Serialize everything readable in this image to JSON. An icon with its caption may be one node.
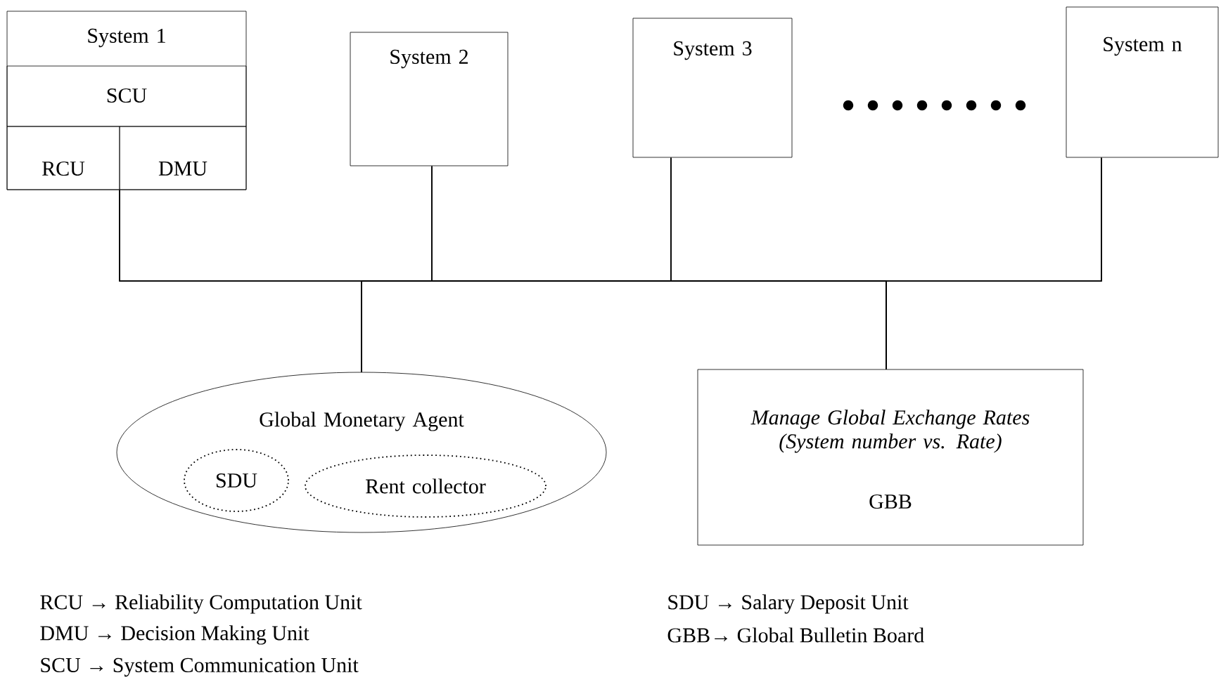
{
  "diagram": {
    "nodes": [
      {
        "text": [
          "System 1"
        ]
      },
      {
        "text": [
          "SCU"
        ],
        "in": 0
      },
      {
        "text": [
          "RCU"
        ],
        "in": 0
      },
      {
        "text": [
          "DMU"
        ],
        "in": 0
      },
      {
        "text": [
          "System 2"
        ]
      },
      {
        "text": [
          "System 3"
        ]
      },
      {
        "text": [
          "System n"
        ]
      },
      {
        "text": [
          "Global Monetary Agent"
        ]
      },
      {
        "text": [
          "SDU"
        ],
        "in": 7
      },
      {
        "text": [
          "Rent collector"
        ],
        "in": 7
      },
      {
        "text": [
          "Manage Global Exchange Rates (System number vs. Rate)",
          "GBB"
        ]
      }
    ],
    "edges": [
      {
        "from": 0,
        "to": 7,
        "arrow": "none"
      },
      {
        "from": 4,
        "to": 7,
        "arrow": "none"
      },
      {
        "from": 5,
        "to": 7,
        "arrow": "none"
      },
      {
        "from": 6,
        "to": 7,
        "arrow": "none"
      },
      {
        "from": 0,
        "to": 10,
        "arrow": "none"
      },
      {
        "from": 4,
        "to": 10,
        "arrow": "none"
      },
      {
        "from": 5,
        "to": 10,
        "arrow": "none"
      },
      {
        "from": 6,
        "to": 10,
        "arrow": "none"
      }
    ],
    "labels": [
      "RCU → Reliability Computation Unit",
      "DMU → Decision Making Unit",
      "SCU → System Communication Unit",
      "SDU → Salary Deposit Unit",
      "GBB→ Global Bulletin Board"
    ]
  }
}
